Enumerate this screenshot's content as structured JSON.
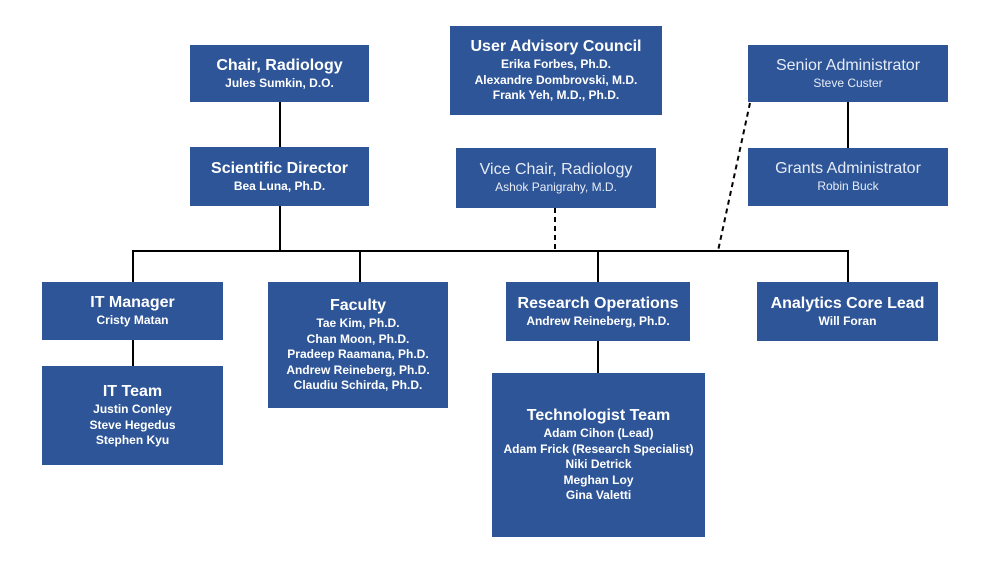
{
  "nodes": {
    "chair": {
      "title": "Chair, Radiology",
      "lines": [
        "Jules Sumkin, D.O."
      ]
    },
    "advisory": {
      "title": "User Advisory Council",
      "lines": [
        "Erika Forbes, Ph.D.",
        "Alexandre Dombrovski, M.D.",
        "Frank Yeh, M.D., Ph.D."
      ]
    },
    "senior_admin": {
      "title": "Senior Administrator",
      "lines": [
        "Steve Custer"
      ]
    },
    "sci_director": {
      "title": "Scientific Director",
      "lines": [
        "Bea Luna, Ph.D."
      ]
    },
    "vice_chair": {
      "title": "Vice Chair, Radiology",
      "lines": [
        "Ashok Panigrahy, M.D."
      ]
    },
    "grants_admin": {
      "title": "Grants Administrator",
      "lines": [
        "Robin Buck"
      ]
    },
    "it_manager": {
      "title": "IT Manager",
      "lines": [
        "Cristy Matan"
      ]
    },
    "faculty": {
      "title": "Faculty",
      "lines": [
        "Tae Kim, Ph.D.",
        "Chan Moon, Ph.D.",
        "Pradeep Raamana, Ph.D.",
        "Andrew Reineberg, Ph.D.",
        "Claudiu Schirda, Ph.D."
      ]
    },
    "research_ops": {
      "title": "Research Operations",
      "lines": [
        "Andrew Reineberg, Ph.D."
      ]
    },
    "analytics": {
      "title": "Analytics Core Lead",
      "lines": [
        "Will Foran"
      ]
    },
    "it_team": {
      "title": "IT Team",
      "lines": [
        "Justin Conley",
        "Steve Hegedus",
        "Stephen Kyu"
      ]
    },
    "tech_team": {
      "title": "Technologist Team",
      "lines": [
        "Adam Cihon (Lead)",
        "Adam Frick (Research Specialist)",
        "Niki Detrick",
        "Meghan Loy",
        "Gina Valetti"
      ]
    }
  },
  "colors": {
    "box": "#2e5597",
    "line": "#000000"
  }
}
